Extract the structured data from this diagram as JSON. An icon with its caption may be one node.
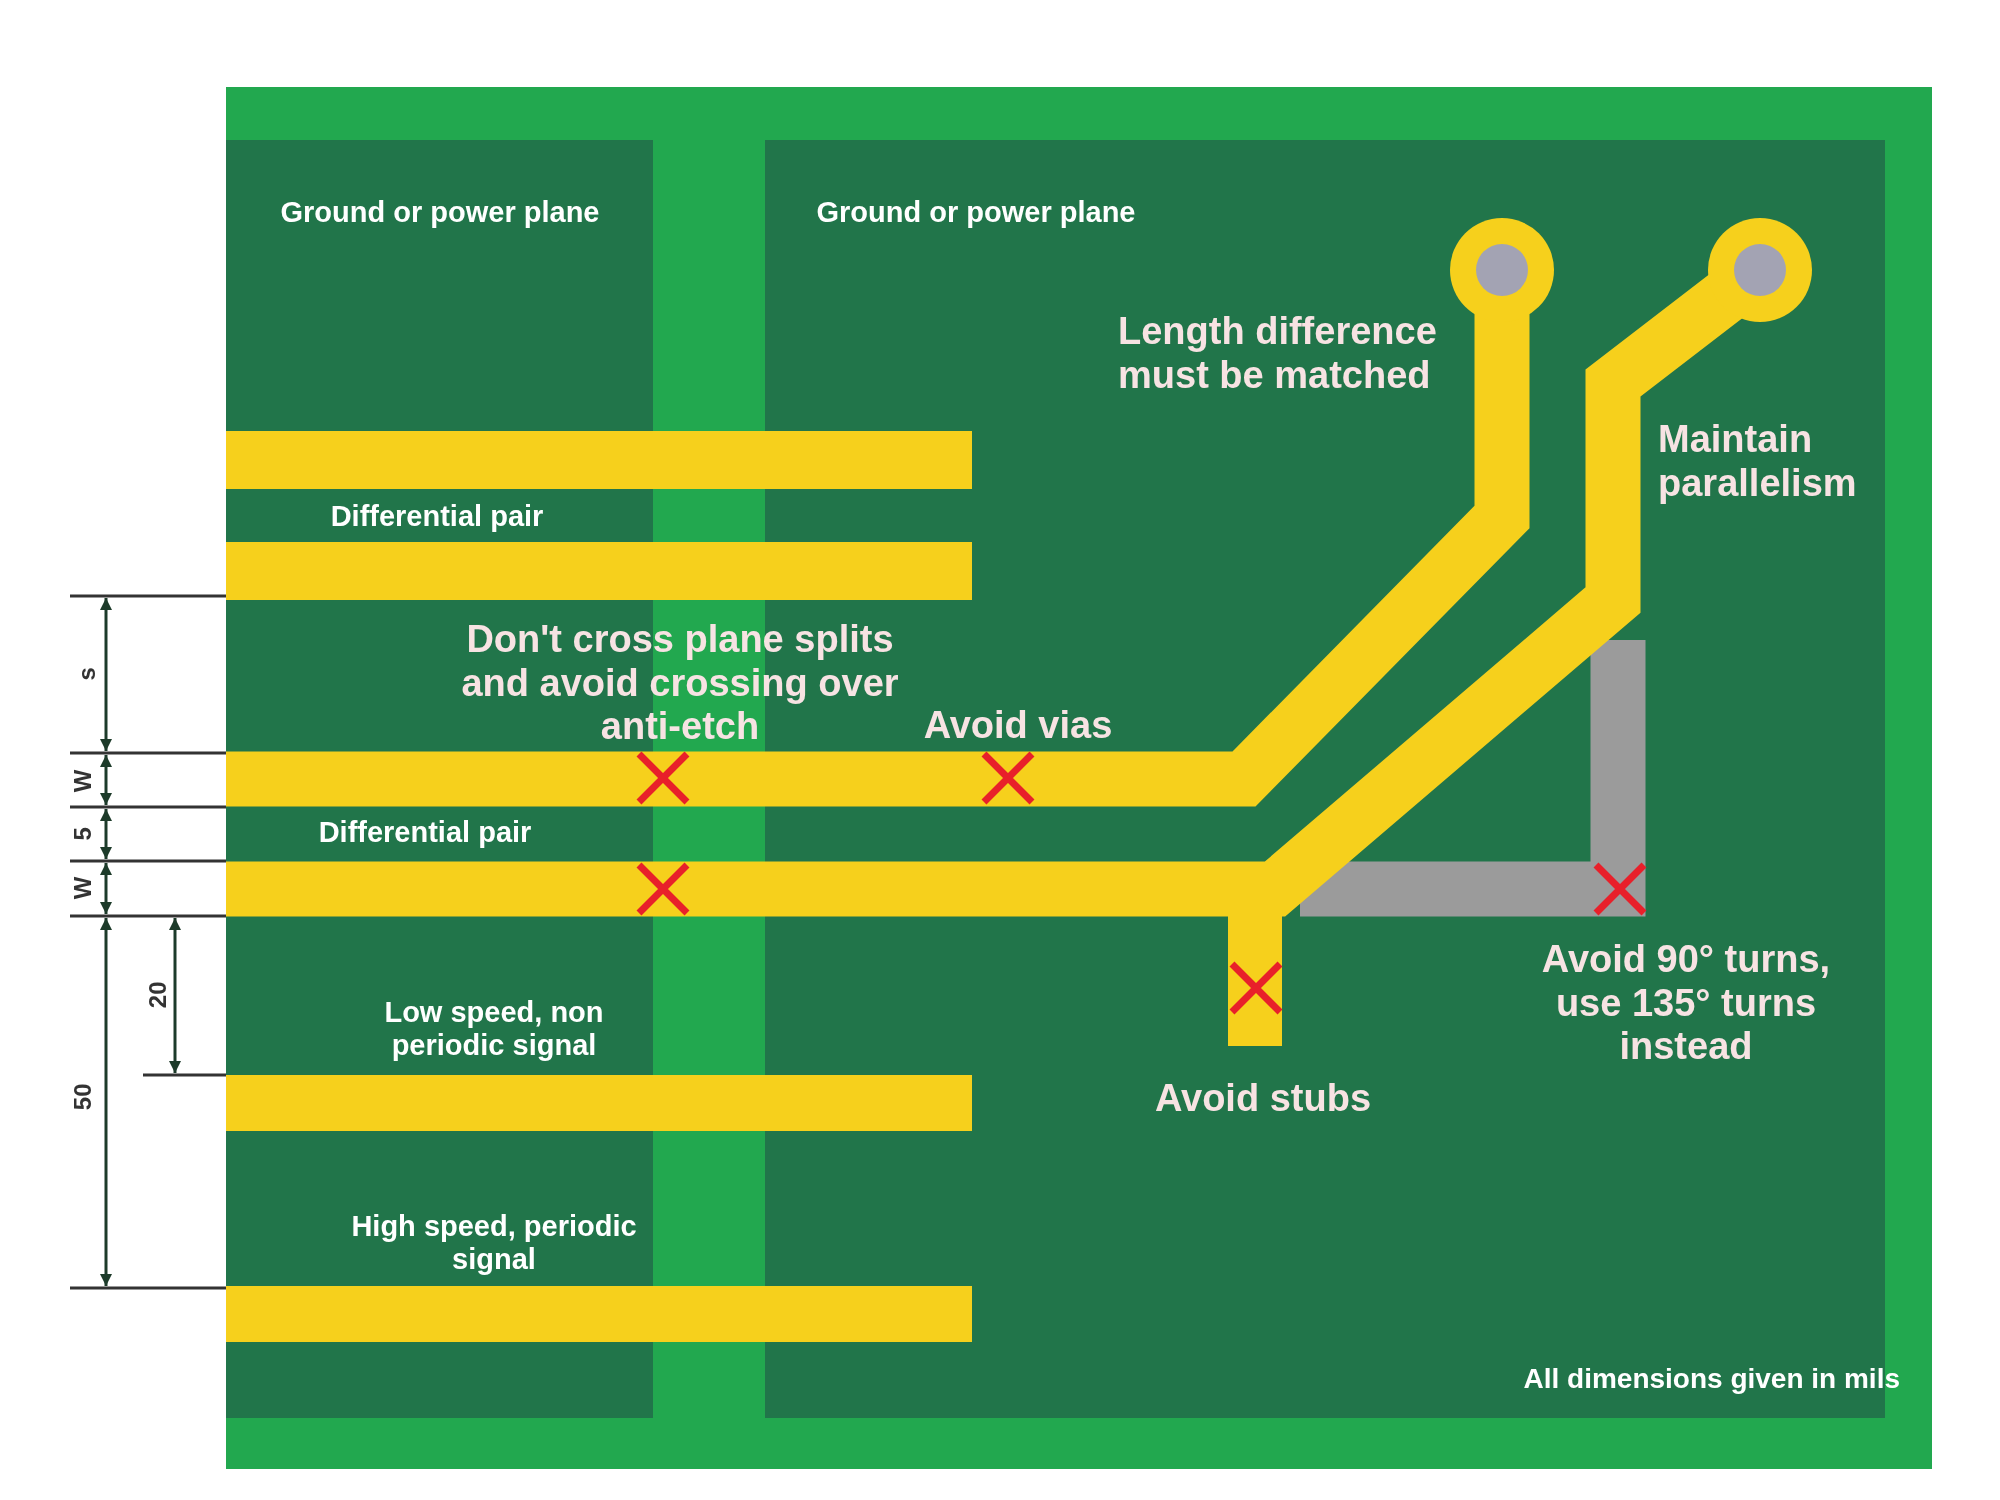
{
  "diagram": {
    "labels": [
      "Ground or power plane",
      "Ground or power plane",
      "Length difference must be matched",
      "Maintain parallelism",
      "Differential pair",
      "s",
      "Don't cross plane splits and avoid crossing over anti-etch",
      "Avoid vias",
      "W",
      "5",
      "Differential pair",
      "W",
      "20",
      "Avoid 90° turns, use 135° turns instead",
      "Low speed, non periodic signal",
      "50",
      "Avoid stubs",
      "High speed, periodic signal",
      "All dimensions given in mils"
    ]
  }
}
